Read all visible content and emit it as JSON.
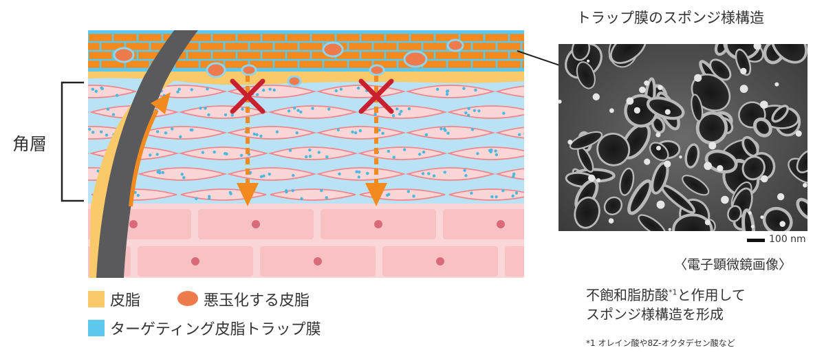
{
  "stratum_label": "角層",
  "legend": {
    "sebum": "皮脂",
    "oxidized_sebum": "悪玉化する皮脂",
    "trap_film": "ターゲティング皮脂トラップ膜",
    "colors": {
      "sebum": "#f9c96a",
      "oxidized_sebum": "#ee7b4e",
      "trap_film": "#5cc8ee"
    }
  },
  "micrograph": {
    "title": "トラップ膜のスポンジ様構造",
    "scale_label": "100 nm",
    "caption": "〈電子顕微鏡画像〉"
  },
  "description": {
    "line1_pre": "不飽和脂肪酸",
    "line1_note": "*1",
    "line1_post": "と作用して",
    "line2": "スポンジ様構造を形成"
  },
  "footnote": "*1 オレイン酸や8Z-オクタデセン酸など"
}
